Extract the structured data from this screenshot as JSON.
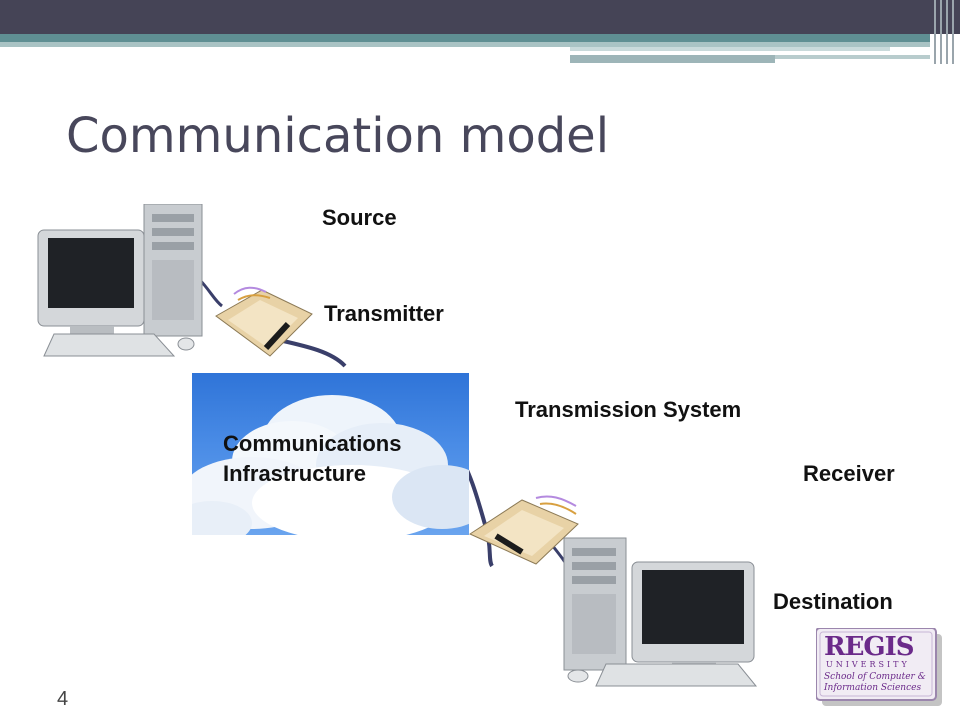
{
  "slide": {
    "title": "Communication model",
    "number": "4"
  },
  "diagram": {
    "nodes": [
      {
        "id": "source",
        "label": "Source"
      },
      {
        "id": "transmitter",
        "label": "Transmitter"
      },
      {
        "id": "transmission_system",
        "label": "Transmission System"
      },
      {
        "id": "receiver",
        "label": "Receiver"
      },
      {
        "id": "destination",
        "label": "Destination"
      }
    ],
    "infrastructure": {
      "line1": "Communications",
      "line2": "Infrastructure"
    },
    "icons": {
      "source_computer": "desktop-computer-icon",
      "transmitter_device": "modem-icon",
      "cloud": "cloud-icon",
      "receiver_device": "modem-icon",
      "destination_computer": "desktop-computer-icon"
    }
  },
  "logo": {
    "name": "REGIS",
    "subtitle": "UNIVERSITY",
    "school_line1": "School of Computer &",
    "school_line2": "Information Sciences"
  },
  "colors": {
    "title": "#48475b",
    "top_bar": "#454456",
    "accent_band": "#5f8f93",
    "cloud_sky": "#3a7fdc",
    "logo_purple": "#6b2a8a"
  }
}
